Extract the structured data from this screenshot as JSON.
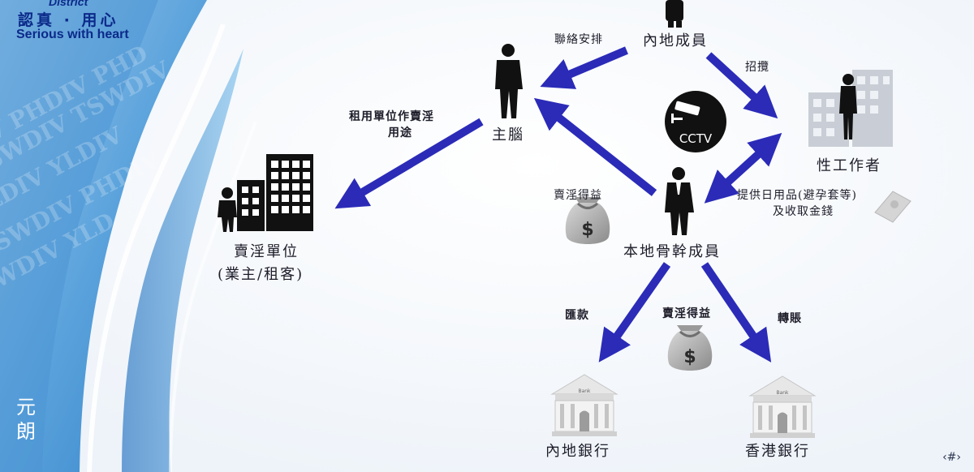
{
  "branding": {
    "top_text": "District",
    "motto_zh": "認真 · 用心",
    "motto_en": "Serious with heart",
    "signature": "元朗"
  },
  "nodes": {
    "mainland_member": "內地成員",
    "mastermind": "主腦",
    "sex_worker": "性工作者",
    "local_core": "本地骨幹成員",
    "vice_unit": "賣淫單位",
    "vice_unit_sub": "(業主/租客)",
    "mainland_bank": "內地銀行",
    "hk_bank": "香港銀行"
  },
  "edges": {
    "liaison": "聯絡安排",
    "recruit": "招攬",
    "rent_line1": "租用單位作賣淫",
    "rent_line2": "用途",
    "proceeds_top": "賣淫得益",
    "supplies_line1": "提供日用品(避孕套等)",
    "supplies_line2": "及收取金錢",
    "remit": "匯款",
    "proceeds_bottom": "賣淫得益",
    "transfer": "轉賬"
  },
  "icons": {
    "cctv": "CCTV",
    "money": "$",
    "bank_sign": "Bank"
  },
  "page_number": "‹#›",
  "colors": {
    "arrow": "#2b2bb8",
    "arrow_edge": "#1a1a80",
    "brand": "#0b2a8a",
    "swoosh": "#1f78c8"
  }
}
